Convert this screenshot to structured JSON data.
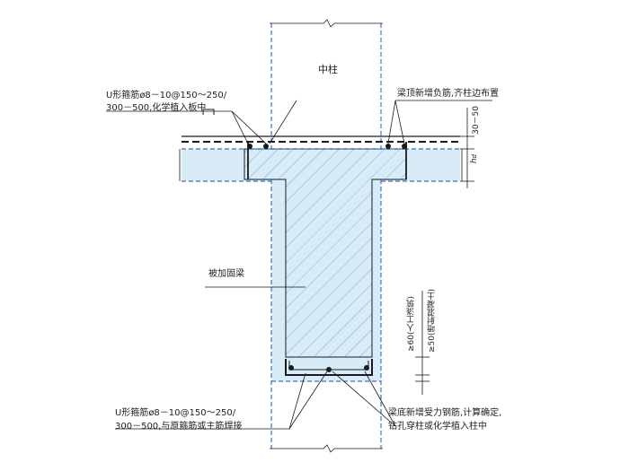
{
  "labels": {
    "column": "中柱",
    "stirrup_top_line1": "U形箍筋ø8－10@150～250/",
    "stirrup_top_line2": "300－500,化学植入板中",
    "top_rebar": "梁顶新增负筋,齐柱边布置",
    "dim_top": "30－50",
    "dim_hd": "h",
    "dim_hd_sub": "d",
    "reinforced_beam": "被加固梁",
    "dim_manual": "≥60(人工浇筑)",
    "dim_shotcrete": "≥50(喷射混凝土)",
    "stirrup_bottom_line1": "U形箍筋ø8－10@150～250/",
    "stirrup_bottom_line2": "300－500,与原箍筋或主筋焊接",
    "bottom_rebar_line1": "梁底新增受力钢筋,计算确定,",
    "bottom_rebar_line2": "钻孔穿柱或化学植入柱中"
  },
  "colors": {
    "concrete_dash": "#3a6fd0",
    "fill": "#d8ecf7",
    "hatch": "#6aa6dc",
    "line": "#1a1a1a"
  }
}
